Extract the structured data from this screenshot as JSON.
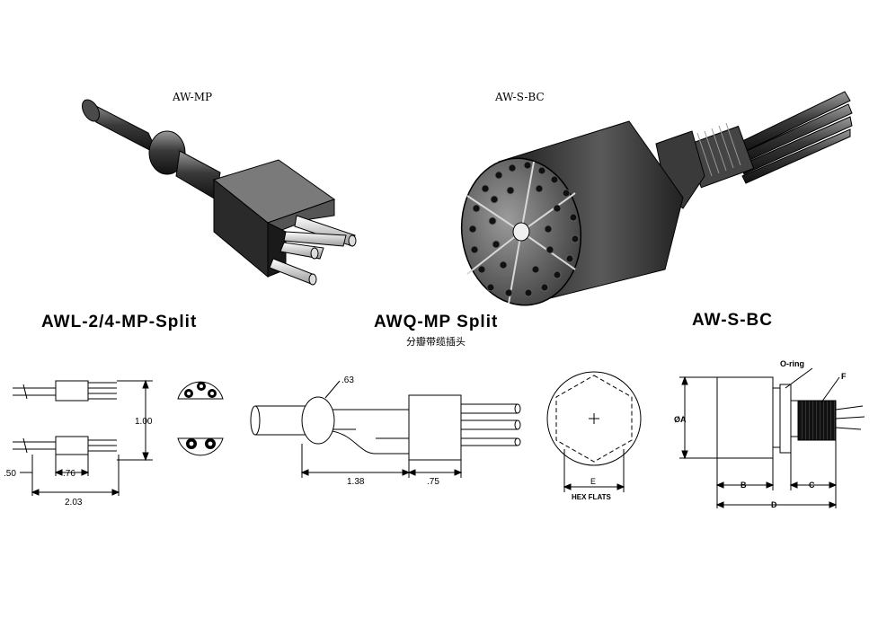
{
  "labels": {
    "aw_mp": "AW-MP",
    "aw_s_bc_top": "AW-S-BC",
    "awl_split": "AWL-2/4-MP-Split",
    "awq_split": "AWQ-MP Split",
    "aw_s_bc_bottom": "AW-S-BC",
    "chinese_caption": "分瓣带缆插头"
  },
  "dimensions": {
    "awl_height": "1.00",
    "awl_offset": ".50",
    "awl_width_small": ".76",
    "awl_total": "2.03",
    "awq_diameter": ".63",
    "awq_length_a": "1.38",
    "awq_length_b": ".75",
    "hex_e": "E",
    "hex_flats": "HEX FLATS",
    "oring": "O-ring",
    "f_label": "F",
    "a_label": "ØA",
    "b_label": "B",
    "c_label": "C",
    "d_label": "D"
  }
}
